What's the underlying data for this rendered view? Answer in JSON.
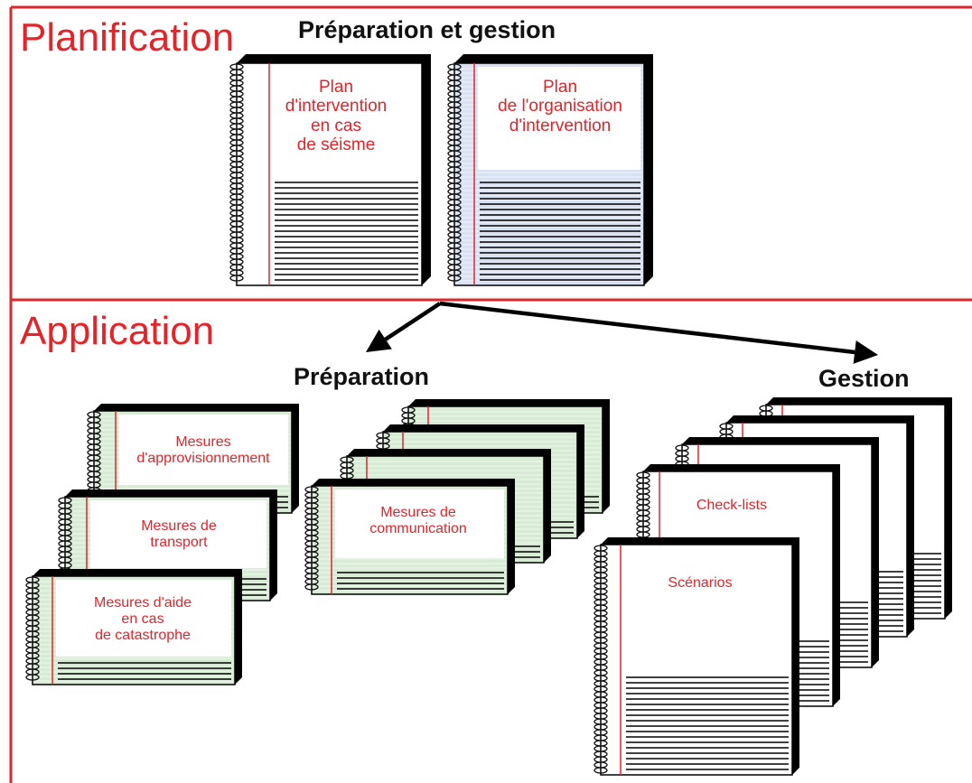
{
  "planification": {
    "title": "Planification",
    "header": "Préparation et gestion",
    "notebooks": [
      {
        "label": "Plan\nd'intervention\nen cas\nde séisme",
        "style": "white"
      },
      {
        "label": "Plan\nde l'organisation\nd'intervention",
        "style": "blue"
      }
    ]
  },
  "application": {
    "title": "Application",
    "preparation": {
      "header": "Préparation",
      "notebooks": [
        {
          "label": "Mesures\nd'approvisionnement",
          "style": "green"
        },
        {
          "label": "Mesures de\ntransport",
          "style": "green"
        },
        {
          "label": "Mesures d'aide\nen cas\nde catastrophe",
          "style": "green"
        },
        {
          "label": "Mesures de\ncommunication",
          "style": "green"
        }
      ]
    },
    "gestion": {
      "header": "Gestion",
      "notebooks": [
        {
          "label": "Check-lists",
          "style": "white"
        },
        {
          "label": "Scénarios",
          "style": "white"
        }
      ]
    }
  },
  "colors": {
    "accent_red": "#e3242b",
    "frame_red": "#e3242b",
    "notebook_blue": "#d9e2f3",
    "notebook_green": "#d8ecd5"
  }
}
